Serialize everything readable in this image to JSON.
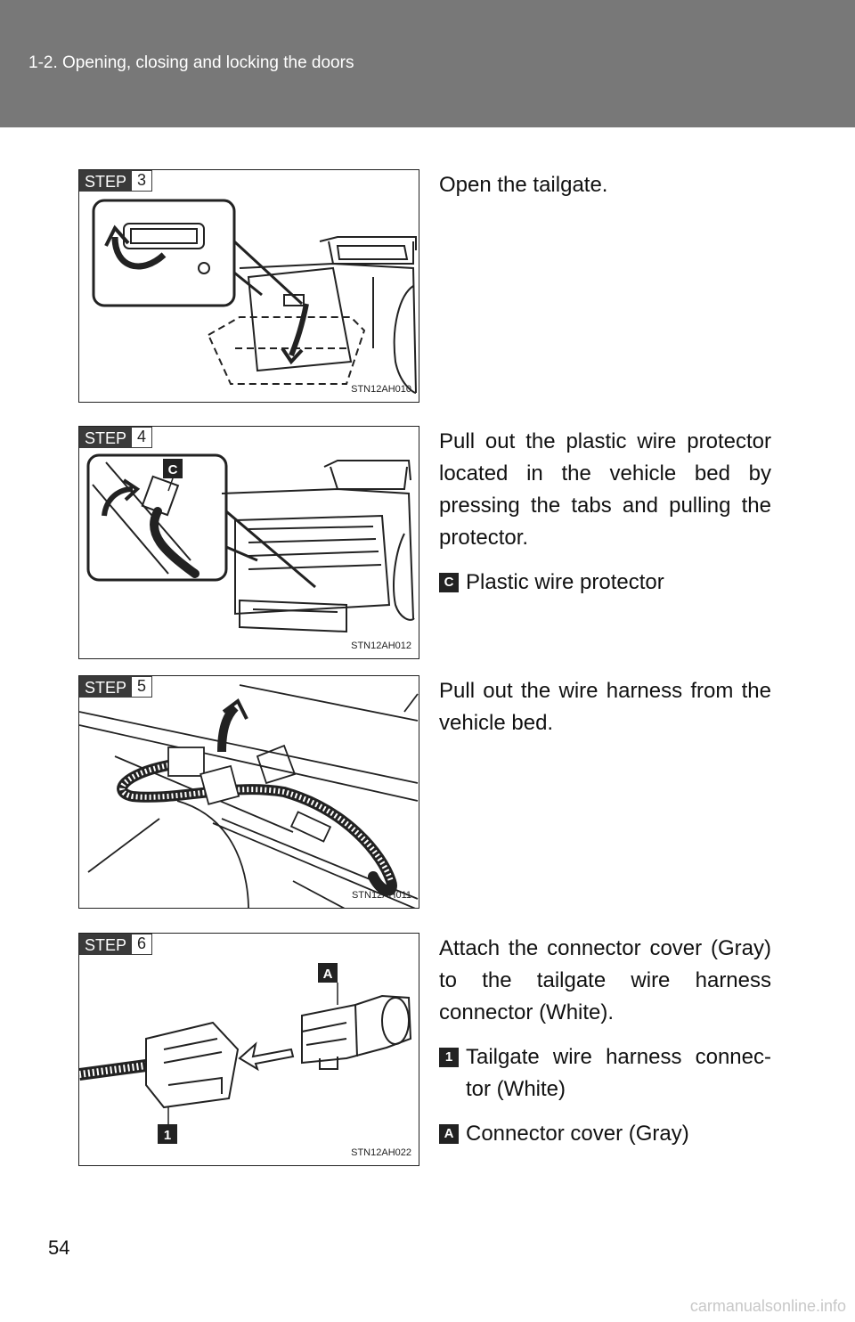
{
  "header": {
    "section": "1-2. Opening, closing and locking the doors"
  },
  "steps": [
    {
      "step_word": "STEP",
      "step_num": "3",
      "fig_code": "STN12AH010",
      "text": "Open the tailgate.",
      "icon": "tailgate-open-illustration"
    },
    {
      "step_word": "STEP",
      "step_num": "4",
      "fig_code": "STN12AH012",
      "text": "Pull out the plastic wire protector located in the vehicle bed by pressing the tabs and pulling the protector.",
      "icon": "wire-protector-illustration",
      "callout": "C",
      "legend": [
        {
          "key": "C",
          "label": "Plastic wire protector"
        }
      ]
    },
    {
      "step_word": "STEP",
      "step_num": "5",
      "fig_code": "STN12AH011",
      "text": "Pull out the wire harness from the vehicle bed.",
      "icon": "wire-harness-illustration"
    },
    {
      "step_word": "STEP",
      "step_num": "6",
      "fig_code": "STN12AH022",
      "text": "Attach the connector cover (Gray) to the tailgate wire harness connector (White).",
      "icon": "connector-cover-illustration",
      "callouts": [
        "A",
        "1"
      ],
      "legend": [
        {
          "key": "1",
          "label": "Tailgate wire harness connec- tor (White)"
        },
        {
          "key": "A",
          "label": "Connector cover (Gray)"
        }
      ]
    }
  ],
  "page_number": "54",
  "watermark": "carmanualsonline.info"
}
